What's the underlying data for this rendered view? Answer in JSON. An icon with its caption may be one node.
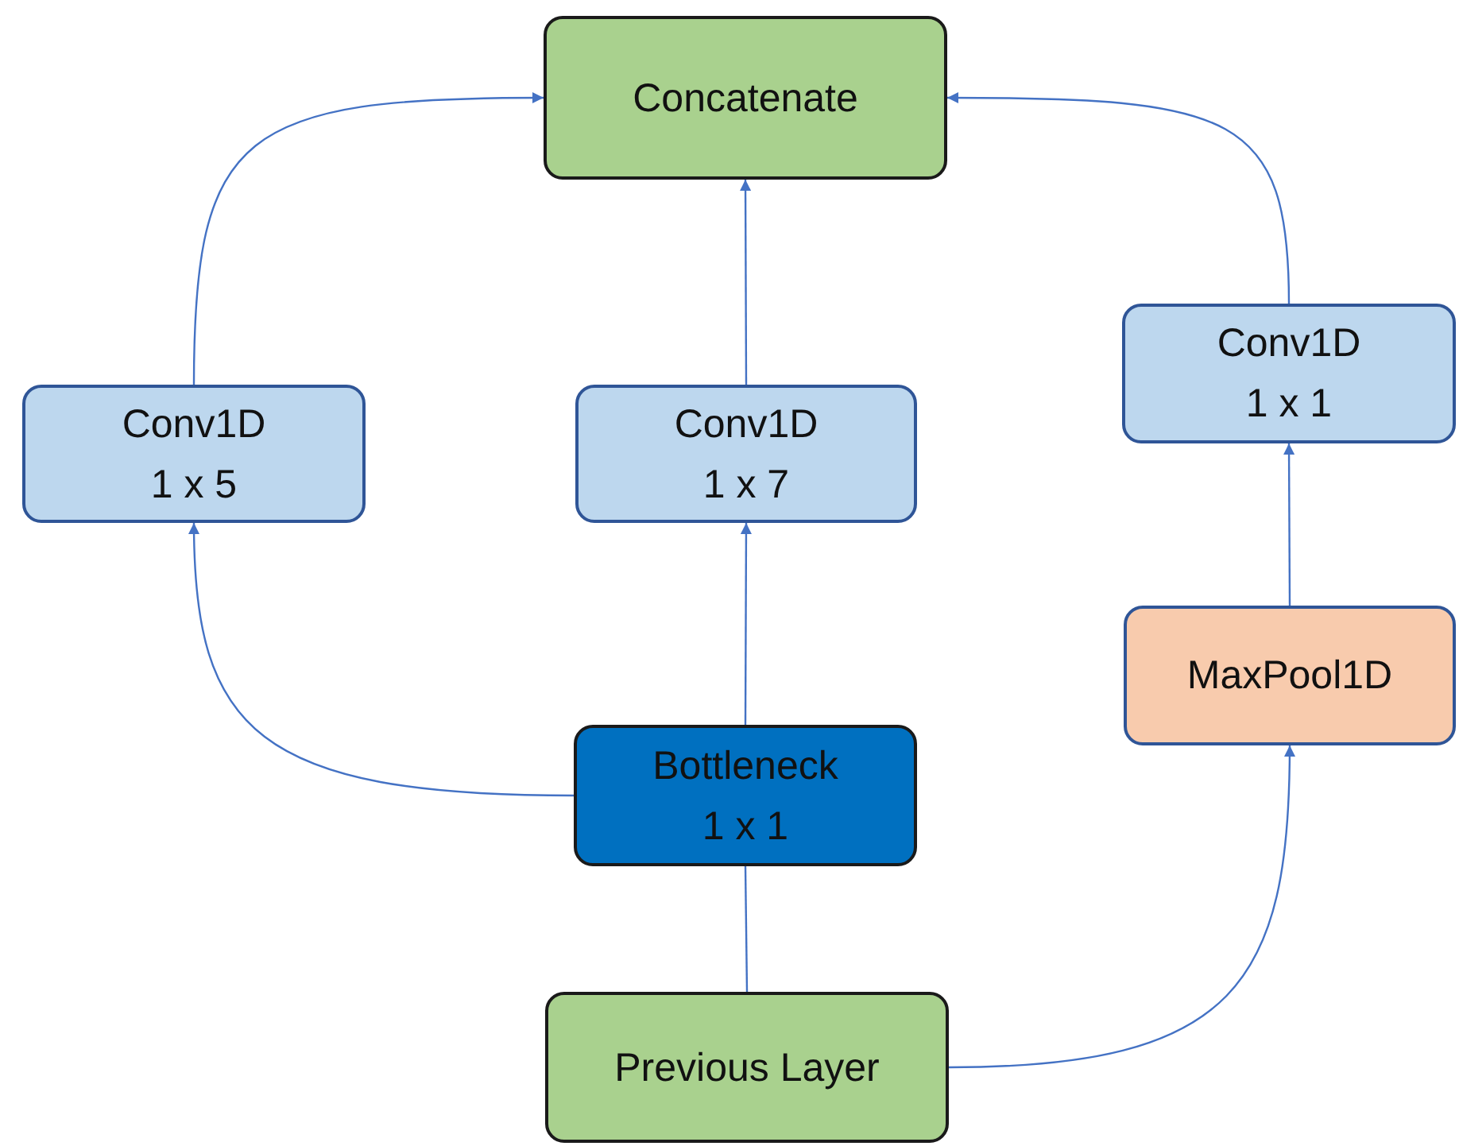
{
  "diagram": {
    "nodes": [
      {
        "text": [
          "Concatenate"
        ]
      },
      {
        "text": [
          "Conv1D",
          "1 x 5"
        ]
      },
      {
        "text": [
          "Conv1D",
          "1 x 7"
        ]
      },
      {
        "text": [
          "Conv1D",
          "1 x 1"
        ]
      },
      {
        "text": [
          "MaxPool1D"
        ]
      },
      {
        "text": [
          "Bottleneck",
          "1 x 1"
        ]
      },
      {
        "text": [
          "Previous Layer"
        ]
      }
    ],
    "edges": [
      {
        "from": 6,
        "to": 5,
        "arrow": "none"
      },
      {
        "from": 5,
        "to": 2,
        "arrow": "to"
      },
      {
        "from": 5,
        "to": 1,
        "arrow": "to"
      },
      {
        "from": 6,
        "to": 4,
        "arrow": "to"
      },
      {
        "from": 4,
        "to": 3,
        "arrow": "to"
      },
      {
        "from": 1,
        "to": 0,
        "arrow": "to"
      },
      {
        "from": 2,
        "to": 0,
        "arrow": "to"
      },
      {
        "from": 3,
        "to": 0,
        "arrow": "to"
      }
    ]
  }
}
